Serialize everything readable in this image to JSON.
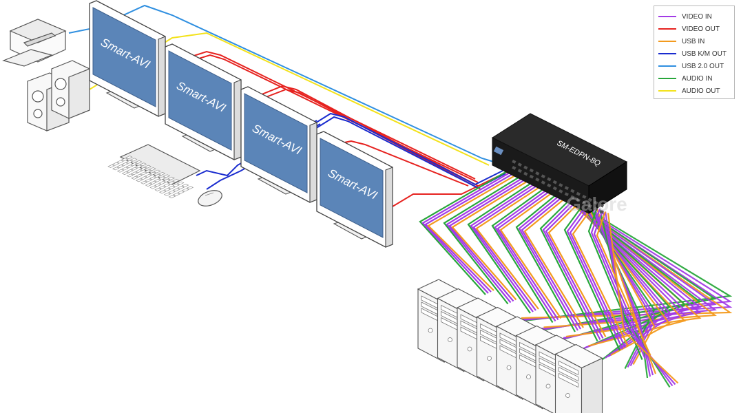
{
  "colors": {
    "video_in": "#a23be6",
    "video_out": "#e6221f",
    "usb_in": "#f39a1e",
    "usb_km_out": "#1a2ccf",
    "usb20_out": "#2f8fe0",
    "audio_in": "#28a63b",
    "audio_out": "#f3e21b",
    "screen": "#5b85b8",
    "switch_body": "#1f1f1f"
  },
  "legend": [
    {
      "label": "VIDEO IN",
      "color": "#a23be6"
    },
    {
      "label": "VIDEO OUT",
      "color": "#e6221f"
    },
    {
      "label": "USB IN",
      "color": "#f39a1e"
    },
    {
      "label": "USB K/M OUT",
      "color": "#1a2ccf"
    },
    {
      "label": "USB 2.0 OUT",
      "color": "#2f8fe0"
    },
    {
      "label": "AUDIO IN",
      "color": "#28a63b"
    },
    {
      "label": "AUDIO OUT",
      "color": "#f3e21b"
    }
  ],
  "monitors": [
    {
      "label": "Smart-AVI"
    },
    {
      "label": "Smart-AVI"
    },
    {
      "label": "Smart-AVI"
    },
    {
      "label": "Smart-AVI"
    }
  ],
  "switch_label": "SM-EDPN-8Q",
  "watermark": "Galore",
  "icons": [
    "printer-icon",
    "speakers-icon",
    "keyboard-icon",
    "mouse-icon",
    "computer-tower-icon"
  ]
}
